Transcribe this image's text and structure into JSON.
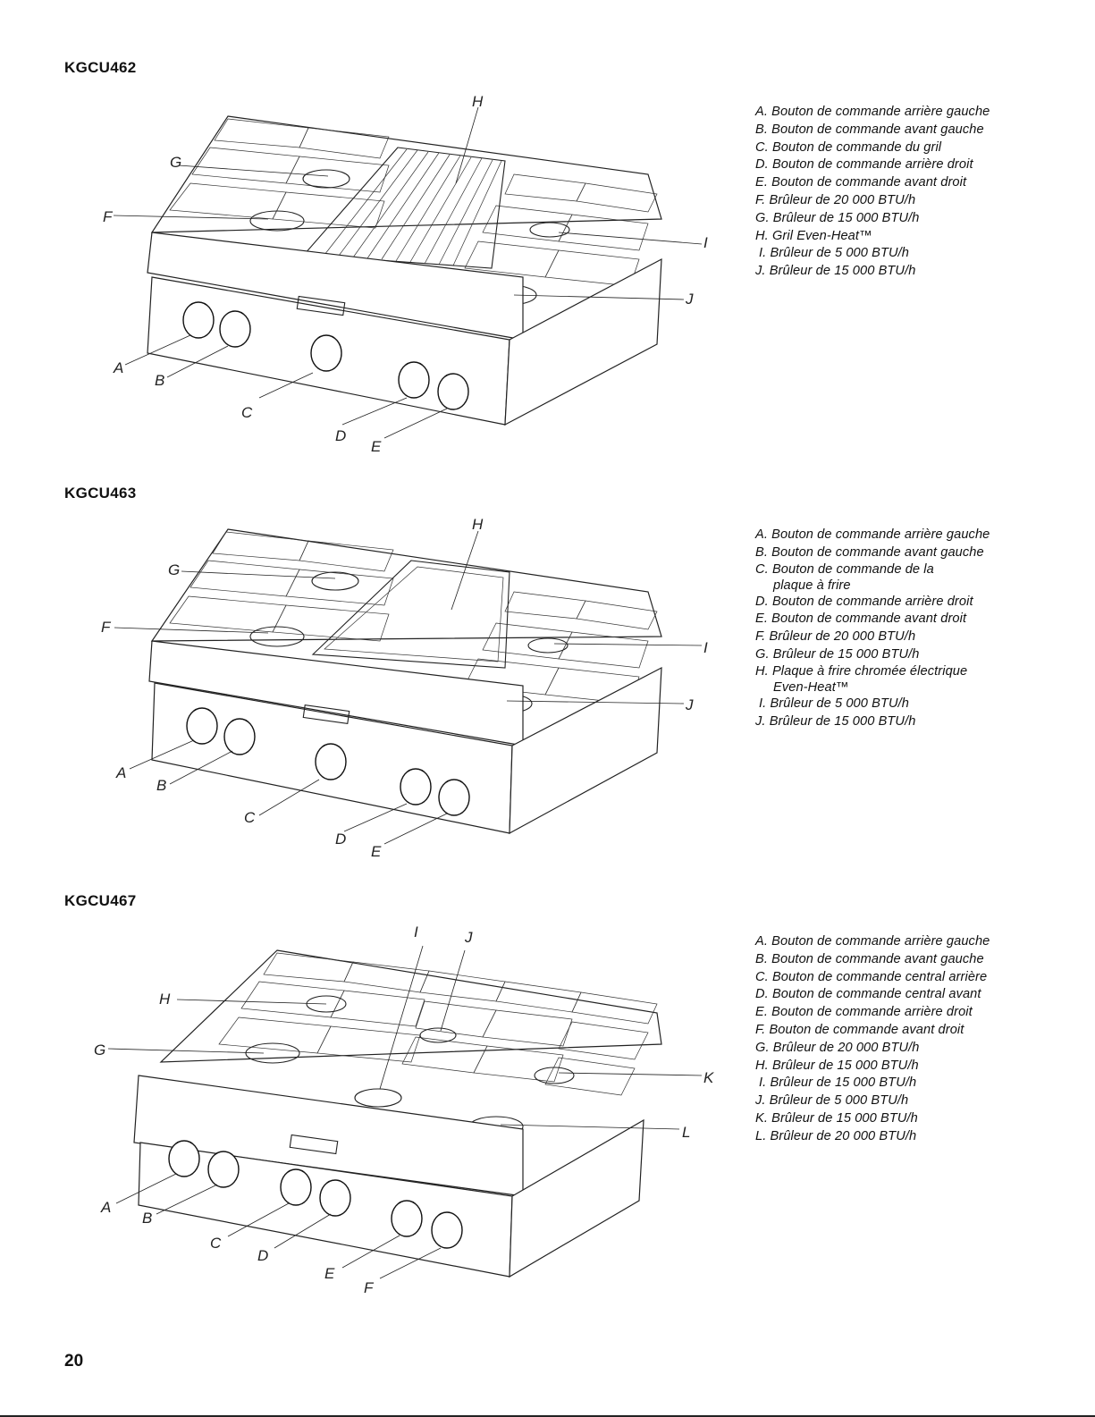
{
  "sections": [
    {
      "model": "KGCU462",
      "legend": [
        "A. Bouton de commande arrière gauche",
        "B. Bouton de commande avant gauche",
        "C. Bouton de commande du gril",
        "D. Bouton de commande arrière droit",
        "E. Bouton de commande avant droit",
        "F. Brûleur de 20 000 BTU/h",
        "G. Brûleur de 15 000 BTU/h",
        "H. Gril Even-Heat™",
        "I. Brûleur de 5 000 BTU/h",
        "J. Brûleur de 15 000 BTU/h"
      ]
    },
    {
      "model": "KGCU463",
      "legend": [
        "A. Bouton de commande arrière gauche",
        "B. Bouton de commande avant gauche",
        "C. Bouton de commande de la",
        "plaque à frire",
        "D. Bouton de commande arrière droit",
        "E. Bouton de commande avant droit",
        "F. Brûleur de 20 000 BTU/h",
        "G. Brûleur de 15 000 BTU/h",
        "H. Plaque à frire chromée électrique",
        "Even-Heat™",
        "I. Brûleur de 5 000 BTU/h",
        "J. Brûleur de 15 000 BTU/h"
      ]
    },
    {
      "model": "KGCU467",
      "legend": [
        "A. Bouton de commande arrière gauche",
        "B. Bouton de commande avant gauche",
        "C. Bouton de commande central arrière",
        "D. Bouton de commande central avant",
        "E. Bouton de commande arrière droit",
        "F. Bouton de commande avant droit",
        "G. Brûleur de 20 000 BTU/h",
        "H. Brûleur de 15 000 BTU/h",
        "I. Brûleur de 15 000 BTU/h",
        "J. Brûleur de 5 000 BTU/h",
        "K. Brûleur de 15 000 BTU/h",
        "L. Brûleur de 20 000 BTU/h"
      ]
    }
  ],
  "callouts": {
    "a": "A",
    "b": "B",
    "c": "C",
    "d": "D",
    "e": "E",
    "f": "F",
    "g": "G",
    "h": "H",
    "i": "I",
    "j": "J",
    "k": "K",
    "l": "L"
  },
  "page_number": "20"
}
